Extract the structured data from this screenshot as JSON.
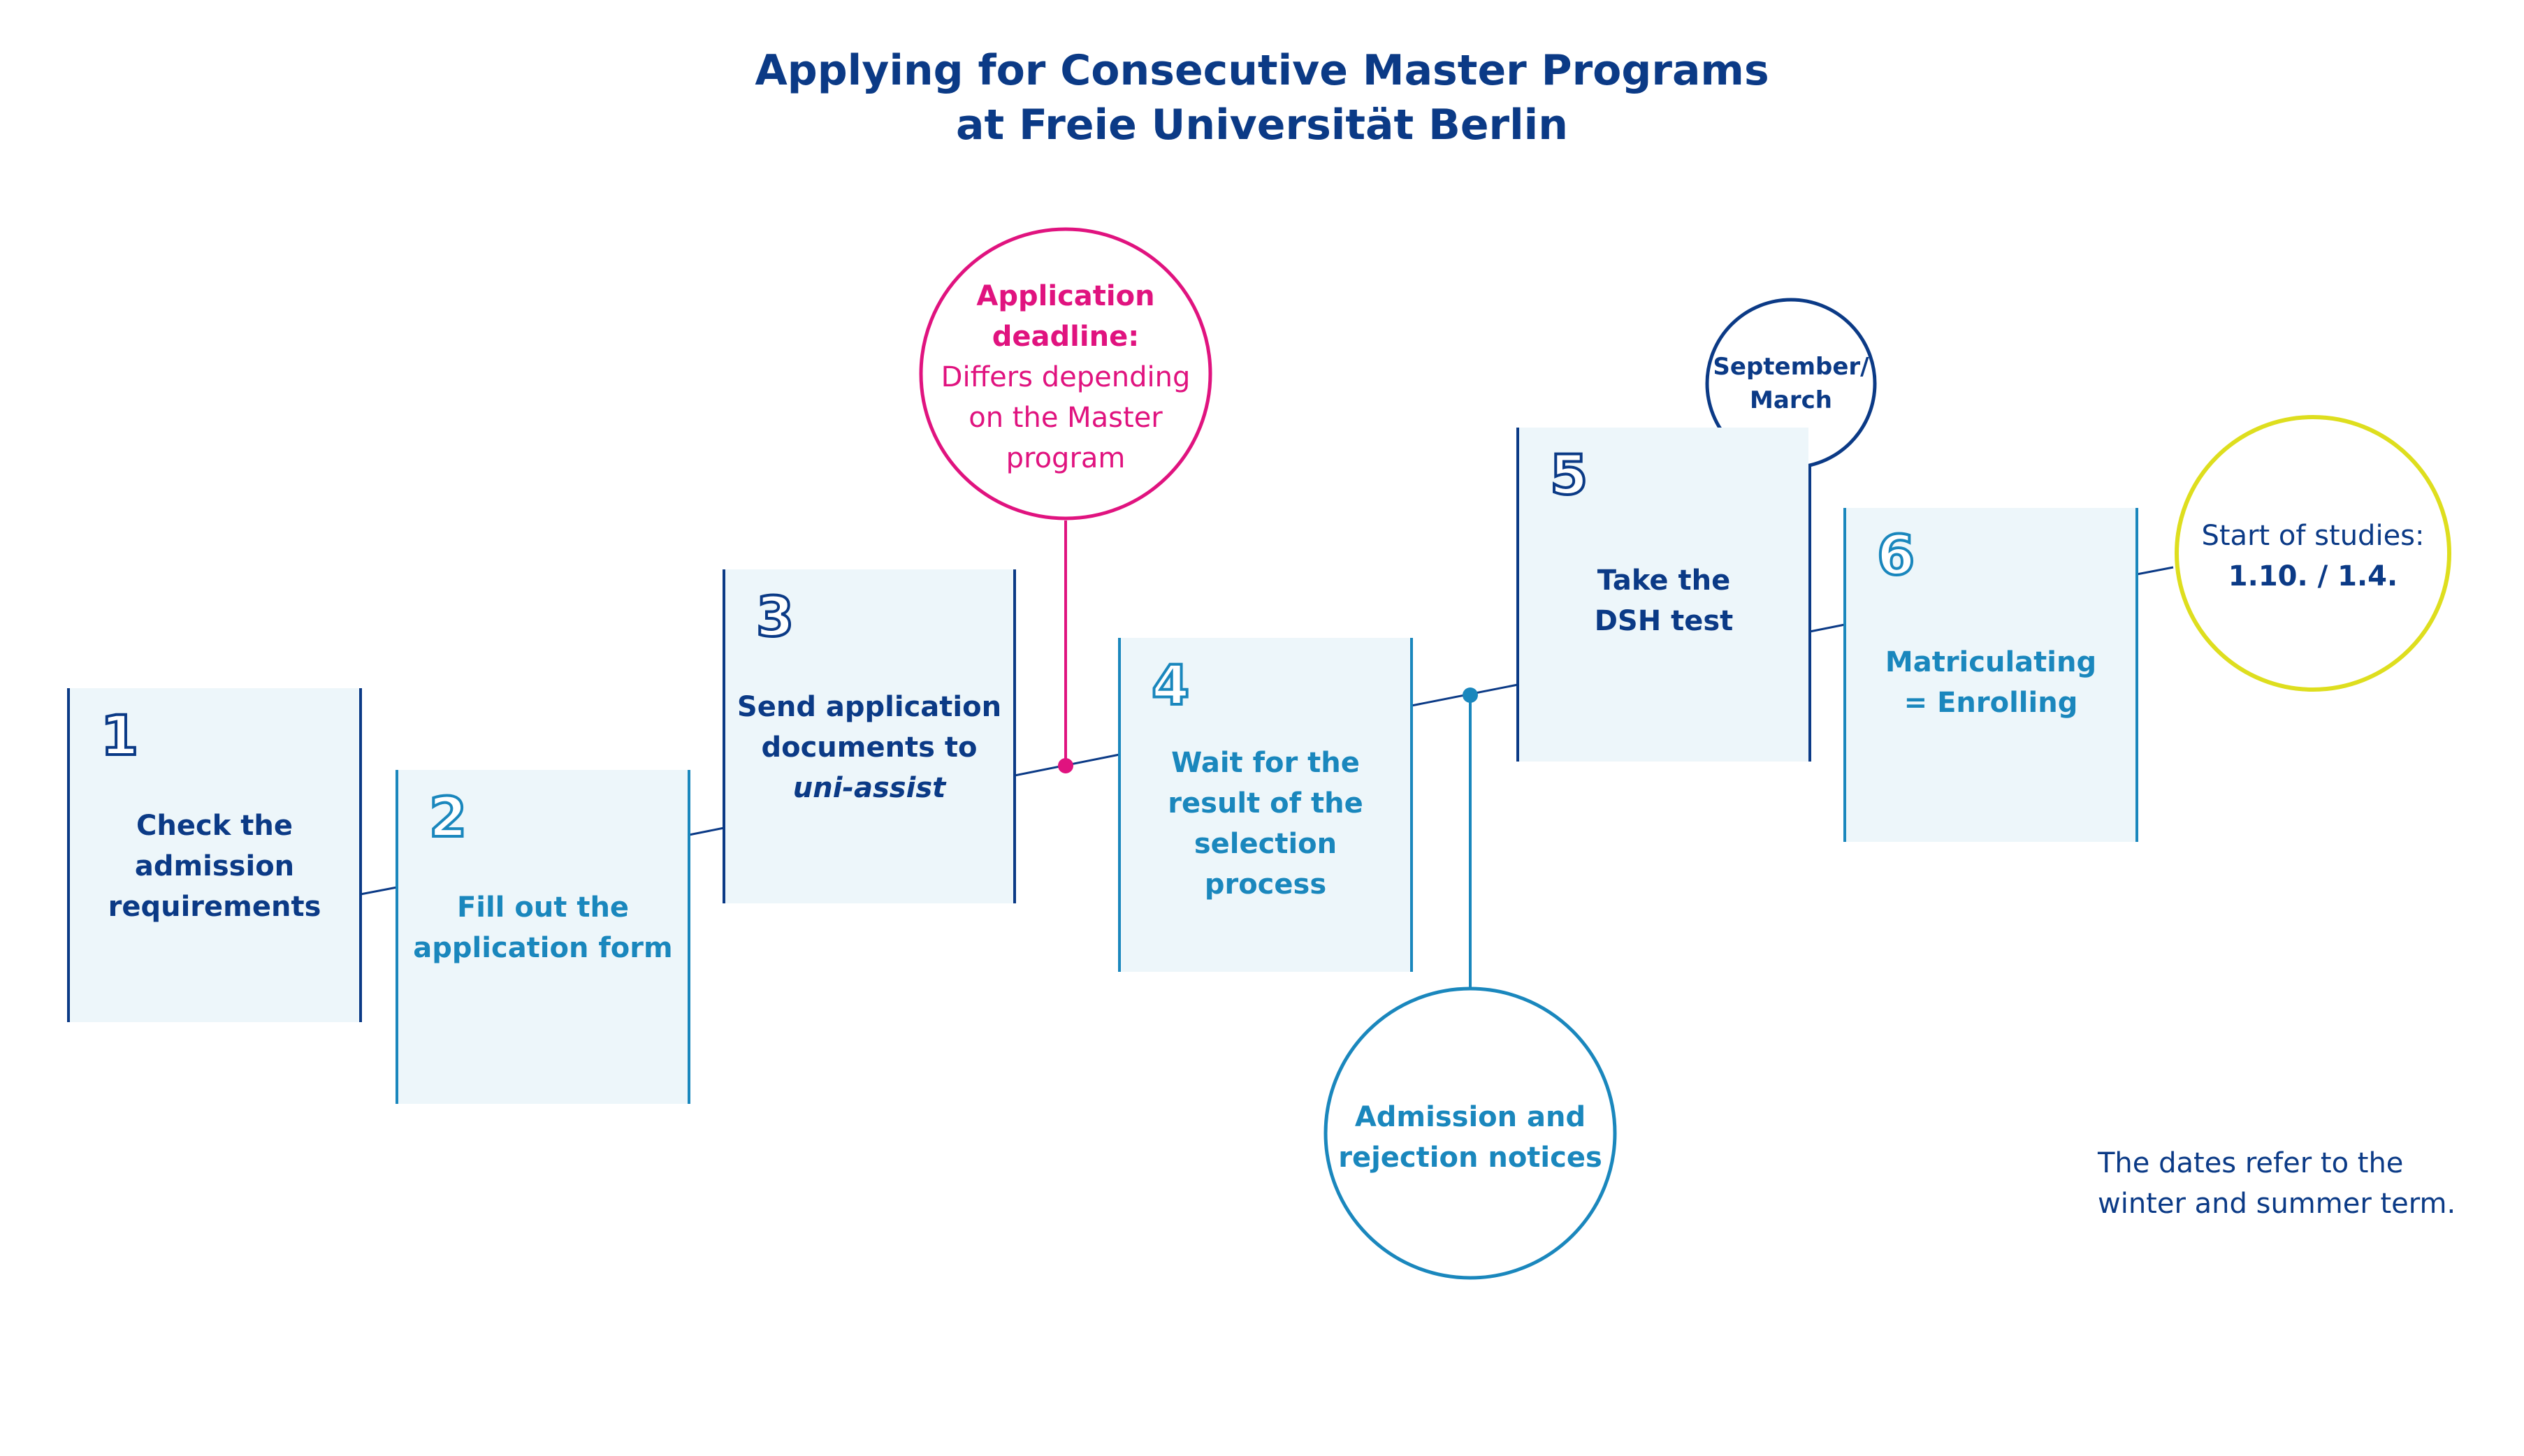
{
  "title": {
    "line1": "Applying for Consecutive Master Programs",
    "line2": "at Freie Universität Berlin"
  },
  "steps": [
    {
      "number": "1",
      "line1": "Check the",
      "line2": "admission",
      "line3": "requirements"
    },
    {
      "number": "2",
      "line1": "Fill out the",
      "line2": "application form"
    },
    {
      "number": "3",
      "line1": "Send application",
      "line2": "documents to",
      "line3": "uni-assist"
    },
    {
      "number": "4",
      "line1": "Wait for the",
      "line2": "result of the",
      "line3": "selection",
      "line4": "process"
    },
    {
      "number": "5",
      "line1": "Take the",
      "line2": "DSH test"
    },
    {
      "number": "6",
      "line1": "Matriculating",
      "line2": "= Enrolling"
    }
  ],
  "deadline": {
    "heading1": "Application",
    "heading2": "deadline:",
    "line1": "Differs depending",
    "line2": "on the Master",
    "line3": "program"
  },
  "notices": {
    "line1": "Admission and",
    "line2": "rejection notices"
  },
  "dsh_date": {
    "line1": "September/",
    "line2": "March"
  },
  "start": {
    "line1": "Start of studies:",
    "line2": "1.10. / 1.4."
  },
  "footnote": {
    "line1": "The dates refer to the",
    "line2": "winter and summer term."
  },
  "colors": {
    "dark_blue": "#0b3a86",
    "light_blue": "#1a87bd",
    "magenta": "#e0137f",
    "yellow": "#dede1e",
    "box_fill": "#edf6fa"
  }
}
